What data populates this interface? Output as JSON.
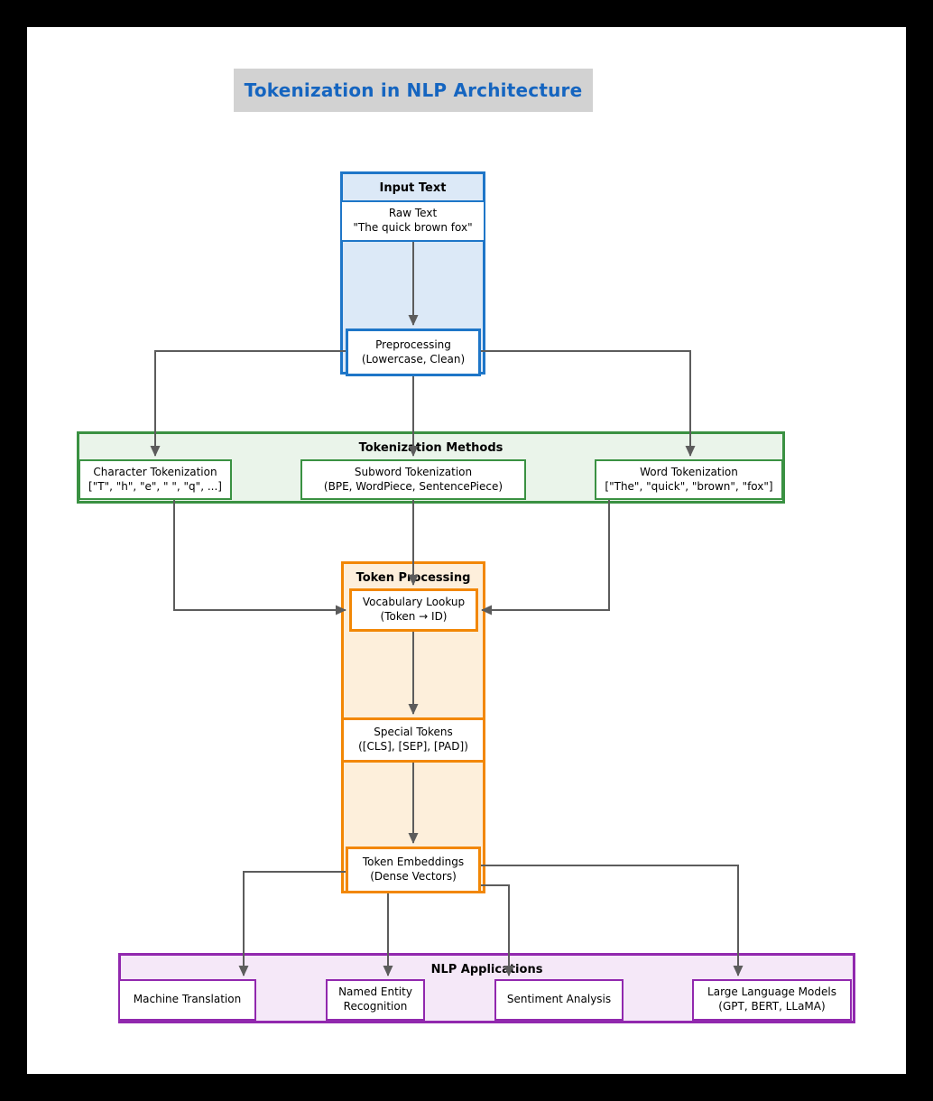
{
  "title": {
    "text": "Tokenization in NLP Architecture"
  },
  "groups": {
    "input_text": {
      "label": "Input Text"
    },
    "tokenization_methods": {
      "label": "Tokenization Methods"
    },
    "token_processing": {
      "label": "Token Processing"
    },
    "nlp_applications": {
      "label": "NLP Applications"
    }
  },
  "nodes": {
    "raw_text": {
      "line1": "Raw Text",
      "line2": "\"The quick brown fox\""
    },
    "preprocessing": {
      "line1": "Preprocessing",
      "line2": "(Lowercase, Clean)"
    },
    "character_tokenization": {
      "line1": "Character Tokenization",
      "line2": "[\"T\", \"h\", \"e\", \" \", \"q\", ...]"
    },
    "subword_tokenization": {
      "line1": "Subword Tokenization",
      "line2": "(BPE, WordPiece, SentencePiece)"
    },
    "word_tokenization": {
      "line1": "Word Tokenization",
      "line2": "[\"The\", \"quick\", \"brown\", \"fox\"]"
    },
    "vocabulary_lookup": {
      "line1": "Vocabulary Lookup",
      "line2": "(Token → ID)"
    },
    "special_tokens": {
      "line1": "Special Tokens",
      "line2": "([CLS], [SEP], [PAD])"
    },
    "token_embeddings": {
      "line1": "Token Embeddings",
      "line2": "(Dense Vectors)"
    },
    "machine_translation": {
      "line1": "Machine Translation"
    },
    "named_entity_recognition": {
      "line1": "Named Entity",
      "line2": "Recognition"
    },
    "sentiment_analysis": {
      "line1": "Sentiment Analysis"
    },
    "large_language_models": {
      "line1": "Large Language Models",
      "line2": "(GPT, BERT, LLaMA)"
    }
  },
  "colors": {
    "title_text": "#1565C0",
    "title_bg": "#D2D2D2",
    "blue_border": "#1E76C8",
    "blue_fill": "#DCE9F7",
    "green_border": "#3A9142",
    "green_fill": "#EAF4EA",
    "orange_border": "#F28705",
    "orange_fill": "#FDEFDB",
    "purple_border": "#9128AE",
    "purple_fill": "#F5E8F8",
    "arrow": "#5C5C5C"
  }
}
